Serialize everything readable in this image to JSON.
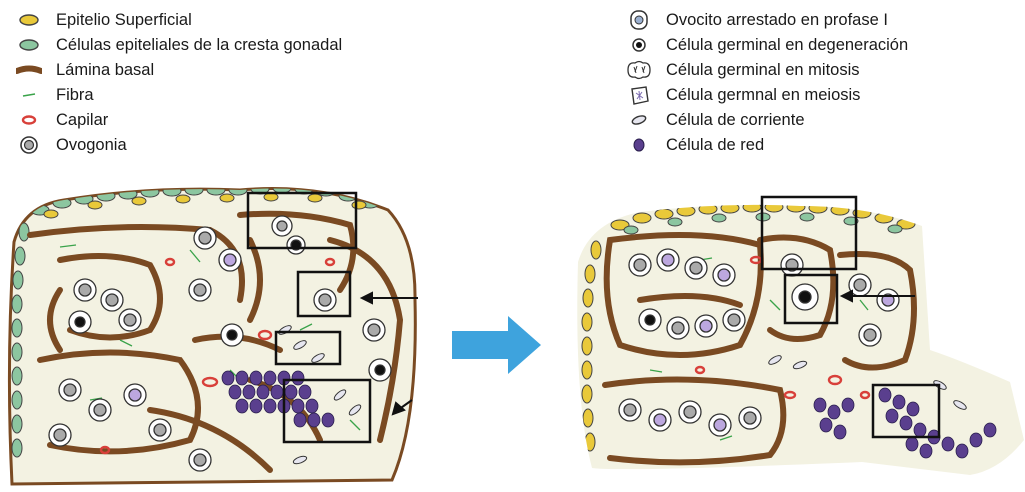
{
  "legend_left": [
    {
      "label": "Epitelio Superficial",
      "icon": "yellow-oval-icon"
    },
    {
      "label": "Células epiteliales de la cresta gonadal",
      "icon": "green-oval-icon"
    },
    {
      "label": "Lámina basal",
      "icon": "brown-band-icon"
    },
    {
      "label": "Fibra",
      "icon": "green-fiber-icon"
    },
    {
      "label": "Capilar",
      "icon": "red-capillary-icon"
    },
    {
      "label": "Ovogonia",
      "icon": "ovogonia-cell-icon"
    }
  ],
  "legend_right": [
    {
      "label": "Ovocito arrestado en profase I",
      "icon": "arrested-oocyte-icon"
    },
    {
      "label": "Célula germinal en degeneración",
      "icon": "degenerating-cell-icon"
    },
    {
      "label": "Célula germinal en mitosis",
      "icon": "mitosis-cell-icon"
    },
    {
      "label": "Célula germnal en meiosis",
      "icon": "meiosis-cell-icon"
    },
    {
      "label": "Célula de corriente",
      "icon": "stream-cell-icon"
    },
    {
      "label": "Célula de red",
      "icon": "rete-cell-icon"
    }
  ],
  "colors": {
    "epithelium": "#e9c93a",
    "gonadal_epithelial": "#8cc6a0",
    "basal_lamina": "#7a4a22",
    "fiber": "#3aa34a",
    "capillary": "#d8403a",
    "rete": "#5a3f8e",
    "arrow": "#3ea3dd",
    "stroma": "#f3f2e2"
  }
}
